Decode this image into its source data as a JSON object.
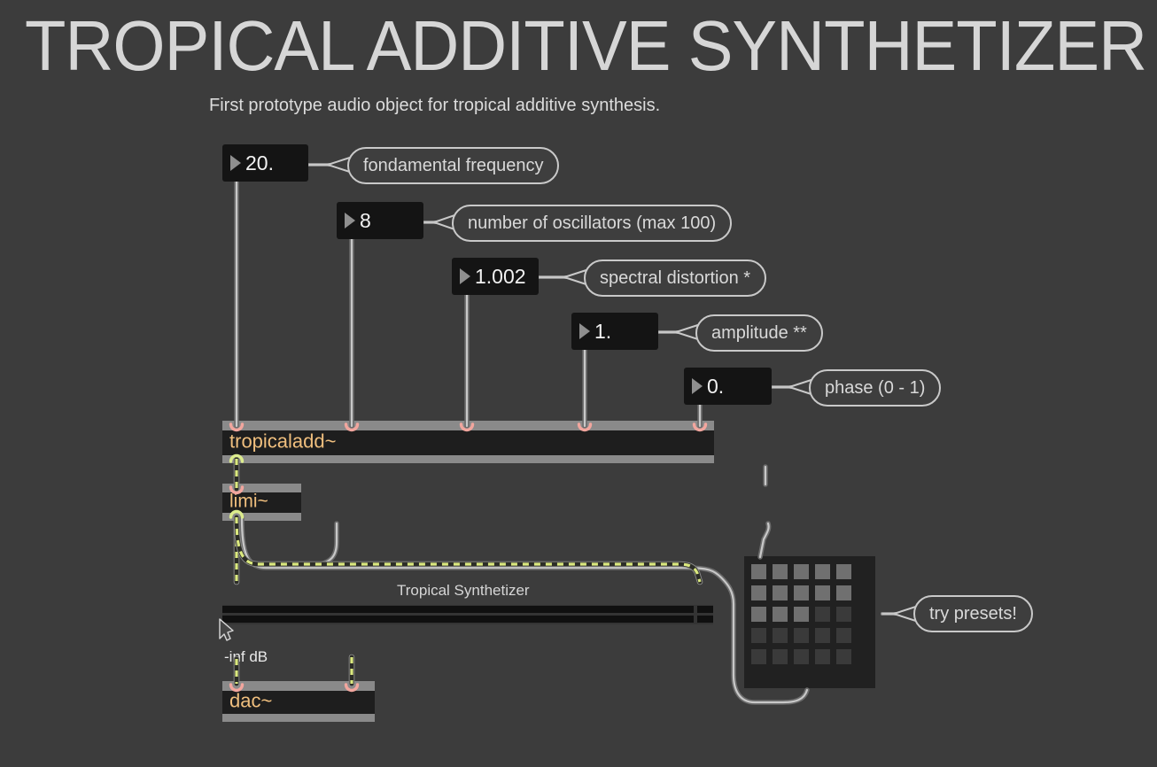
{
  "title": "TROPICAL ADDITIVE SYNTHETIZER",
  "subtitle": "First prototype audio object for tropical additive synthesis.",
  "number_boxes": [
    {
      "name": "fundamental-frequency",
      "value": "20.",
      "comment": "fondamental frequency"
    },
    {
      "name": "oscillator-count",
      "value": "8",
      "comment": "number of oscillators (max 100)"
    },
    {
      "name": "spectral-distortion",
      "value": "1.002",
      "comment": "spectral distortion *"
    },
    {
      "name": "amplitude",
      "value": "1.",
      "comment": "amplitude **"
    },
    {
      "name": "phase",
      "value": "0.",
      "comment": "phase (0 - 1)"
    }
  ],
  "objects": {
    "synth_label": "tropicaladd~",
    "limiter_label": "limi~",
    "dac_label": "dac~"
  },
  "gain": {
    "label": "Tropical Synthetizer",
    "value": "-inf dB"
  },
  "preset": {
    "comment": "try presets!",
    "grid": [
      [
        1,
        1,
        1,
        1,
        1
      ],
      [
        1,
        1,
        1,
        1,
        1
      ],
      [
        1,
        1,
        1,
        0,
        0
      ],
      [
        0,
        0,
        0,
        0,
        0
      ],
      [
        0,
        0,
        0,
        0,
        0
      ]
    ]
  },
  "icons": {
    "numberbox_triangle": "triangle-right",
    "cursor": "arrow-cursor"
  },
  "colors": {
    "background": "#3c3c3c",
    "object_text": "#f0bf7e",
    "signal_cable": "#dbe97f",
    "message_cable": "#c8c8c8",
    "inlet_ring": "#f2a69e",
    "outlet_ring": "#dcec8d",
    "bubble_border": "#c9c9c9",
    "box_bar": "#8a8a8a",
    "box_body": "#1e1e1e",
    "numberbox_bg": "#141414",
    "preset_cell_on": "#707070",
    "preset_cell_off": "#3a3a3a",
    "title_color": "#d6d6d6"
  }
}
